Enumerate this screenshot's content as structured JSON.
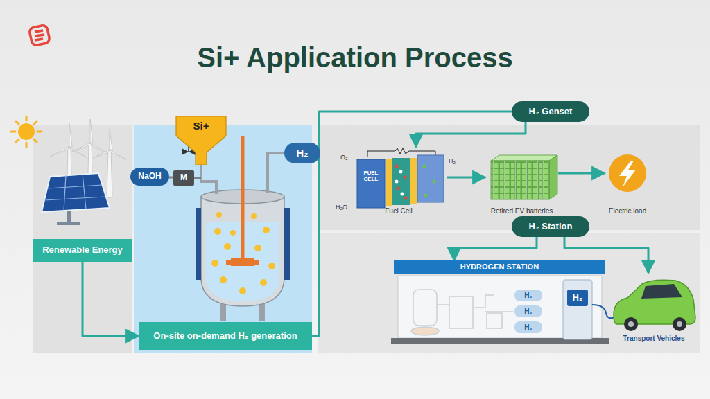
{
  "diagram": {
    "title": "Si+ Application Process",
    "nodes": [
      {
        "text": [
          "Renewable Energy"
        ]
      },
      {
        "text": [
          "Si+"
        ]
      },
      {
        "text": [
          "NaOH"
        ]
      },
      {
        "text": [
          "M"
        ]
      },
      {
        "text": [
          "H₂"
        ]
      },
      {
        "text": [
          "On-site on-demand H₂ generation"
        ]
      },
      {
        "text": [
          "H₂ Genset"
        ]
      },
      {
        "text": [
          "FUEL CELL",
          "Fuel Cell"
        ]
      },
      {
        "text": [
          "Retired EV batteries"
        ]
      },
      {
        "text": [
          "Electric load"
        ]
      },
      {
        "text": [
          "H₂ Station"
        ]
      },
      {
        "text": [
          "HYDROGEN STATION"
        ]
      },
      {
        "text": [
          "H₂"
        ],
        "in": 11
      },
      {
        "text": [
          "H₂"
        ],
        "in": 11
      },
      {
        "text": [
          "H₂"
        ],
        "in": 11
      },
      {
        "text": [
          "H₂"
        ],
        "in": 11
      },
      {
        "text": [
          "Transport Vehicles"
        ]
      }
    ],
    "edges": [
      {
        "from": 0,
        "to": 5,
        "arrow": "to"
      },
      {
        "from": 5,
        "to": 6,
        "arrow": "none"
      },
      {
        "from": 6,
        "to": 7,
        "arrow": "to"
      },
      {
        "from": 7,
        "to": 8,
        "arrow": "to"
      },
      {
        "from": 8,
        "to": 9,
        "arrow": "to"
      },
      {
        "from": 10,
        "to": 11,
        "arrow": "to"
      },
      {
        "from": 10,
        "to": 16,
        "arrow": "to"
      }
    ],
    "labels": [
      "O₂",
      "H₂O",
      "H₂"
    ]
  }
}
